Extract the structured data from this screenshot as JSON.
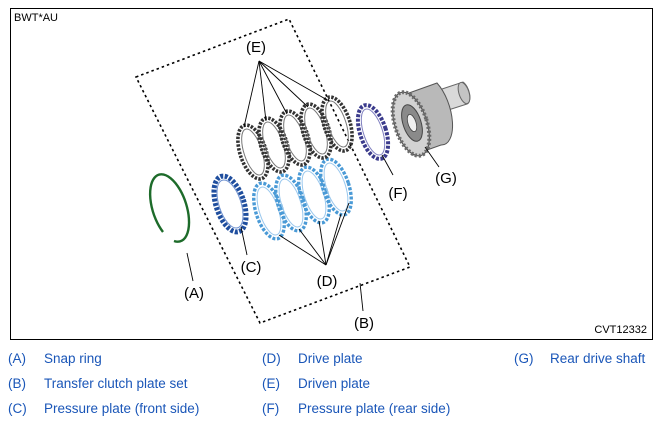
{
  "figure": {
    "id_label": "BWT*AU",
    "code": "CVT12332",
    "callouts": {
      "a": "(A)",
      "b": "(B)",
      "c": "(C)",
      "d": "(D)",
      "e": "(E)",
      "f": "(F)",
      "g": "(G)"
    }
  },
  "legend": [
    {
      "key": "(A)",
      "label": "Snap ring"
    },
    {
      "key": "(B)",
      "label": "Transfer clutch plate set"
    },
    {
      "key": "(C)",
      "label": "Pressure plate (front side)"
    },
    {
      "key": "(D)",
      "label": "Drive plate"
    },
    {
      "key": "(E)",
      "label": "Driven plate"
    },
    {
      "key": "(F)",
      "label": "Pressure plate (rear side)"
    },
    {
      "key": "(G)",
      "label": "Rear drive shaft"
    }
  ],
  "colors": {
    "snap_ring": "#1d6b2a",
    "pressure_plate_front": "#1f4e9e",
    "drive_plate": "#4a9ad6",
    "driven_plate": "#333333",
    "pressure_plate_rear": "#3b3b8c",
    "legend_text": "#1a56b8"
  }
}
